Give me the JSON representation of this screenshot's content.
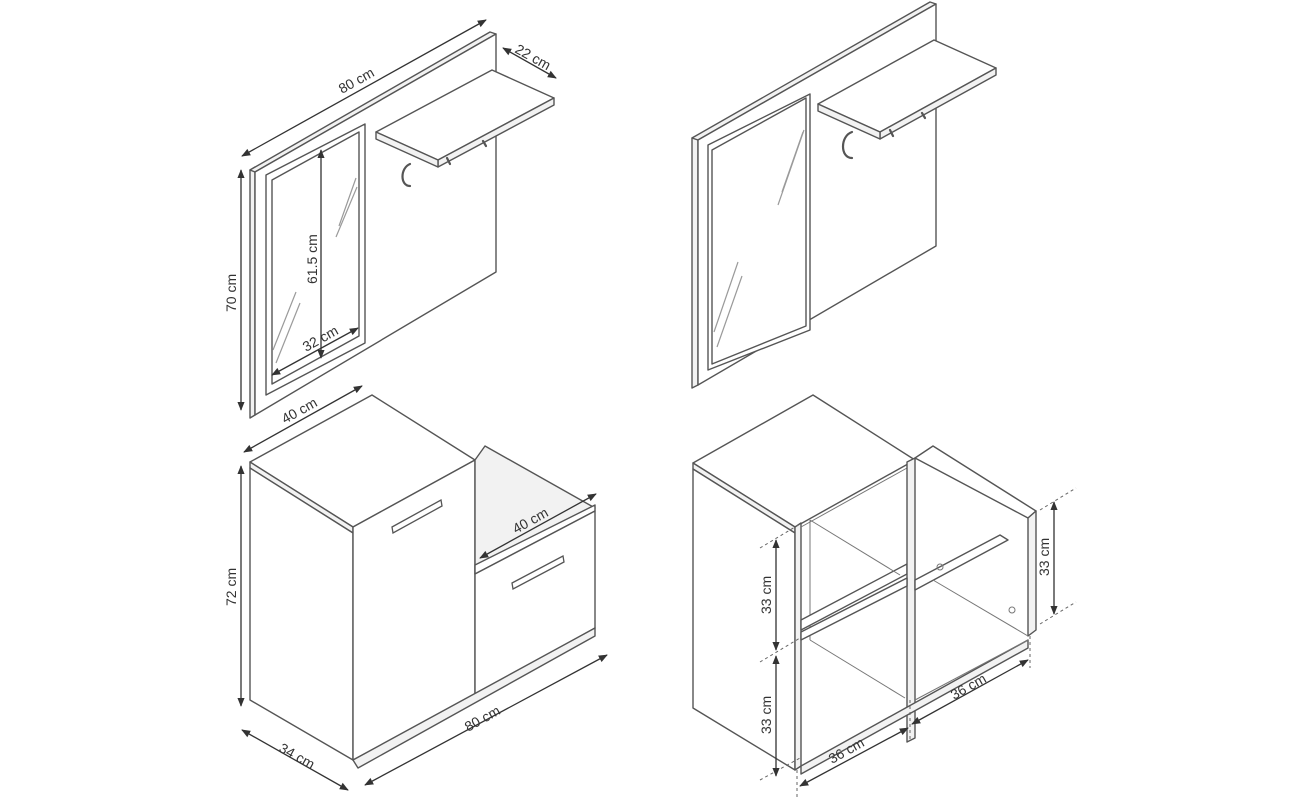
{
  "dimensions": {
    "panel_width": "80 cm",
    "shelf_depth": "22 cm",
    "panel_height": "70 cm",
    "mirror_height": "61.5 cm",
    "mirror_width": "32 cm",
    "cabinet_depth": "40 cm",
    "drawer_depth": "40 cm",
    "cabinet_height": "72 cm",
    "cabinet_width": "80 cm",
    "base_depth": "34 cm",
    "shelf_height_right": "33 cm",
    "shelf_height_upper": "33 cm",
    "shelf_height_lower": "33 cm",
    "compartment_width_right": "36 cm",
    "compartment_width_left": "36 cm"
  },
  "colors": {
    "line": "#555555",
    "dimension": "#333333",
    "background": "#ffffff"
  }
}
